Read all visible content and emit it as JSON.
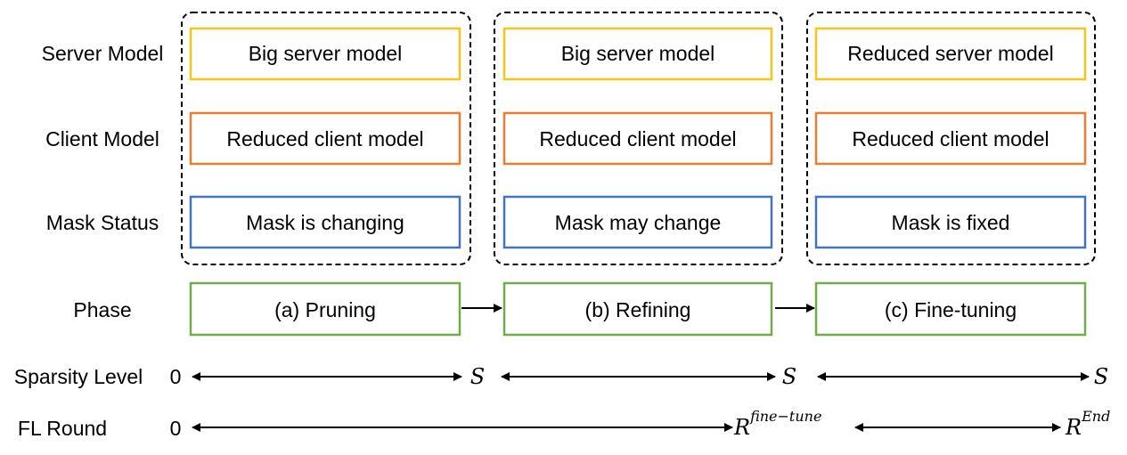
{
  "colors": {
    "server": "#f5c518",
    "client": "#ed7d31",
    "mask": "#4472c4",
    "phase": "#70ad47",
    "group_border": "#000000",
    "arrow": "#000000"
  },
  "row_labels": {
    "server": "Server Model",
    "client": "Client Model",
    "mask": "Mask Status",
    "phase": "Phase",
    "sparsity": "Sparsity Level",
    "round": "FL Round"
  },
  "columns": [
    {
      "server": "Big server model",
      "client": "Reduced client model",
      "mask": "Mask is changing",
      "phase": "(a) Pruning"
    },
    {
      "server": "Big server model",
      "client": "Reduced client model",
      "mask": "Mask may change",
      "phase": "(b) Refining"
    },
    {
      "server": "Reduced server model",
      "client": "Reduced client model",
      "mask": "Mask is fixed",
      "phase": "(c) Fine-tuning"
    }
  ],
  "sparsity": {
    "start": "0",
    "marks": [
      "S",
      "S",
      "S"
    ]
  },
  "rounds": {
    "start": "0",
    "mid_base": "R",
    "mid_sup": "fine−tune",
    "end_base": "R",
    "end_sup": "End"
  }
}
